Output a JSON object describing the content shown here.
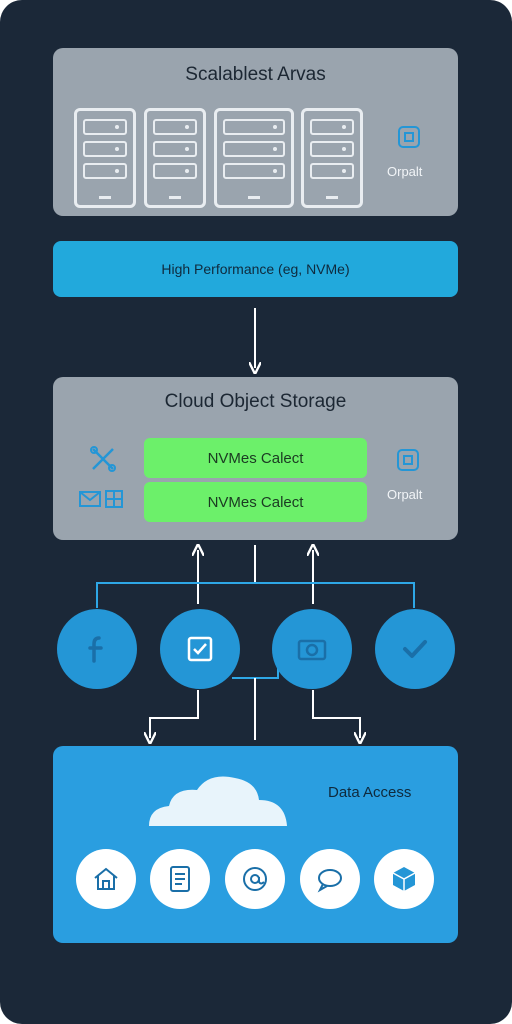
{
  "top_panel": {
    "title": "Scalablest Arvas",
    "side_label": "Orpalt",
    "side_icon": "chip-icon"
  },
  "band": {
    "label": "High Performance (eg, NVMe)"
  },
  "storage": {
    "title": "Cloud Object Storage",
    "items": [
      "NVMes Calect",
      "NVMes Calect"
    ],
    "side_label": "Orpalt",
    "left_icons": [
      "tools-icon",
      "mail-icon",
      "grid-icon"
    ],
    "right_icon": "chip-icon"
  },
  "nodes": [
    "facebook-icon",
    "checklist-icon",
    "camera-icon",
    "checkmark-icon"
  ],
  "access": {
    "title": "Data Access",
    "icons": [
      "home-icon",
      "document-icon",
      "at-sign-icon",
      "chat-icon",
      "cube-icon"
    ]
  },
  "colors": {
    "background": "#1b2838",
    "panel": "#9aa4ae",
    "cyan": "#22a9dc",
    "green": "#6cf06a",
    "node": "#2496d6",
    "access": "#2a9ee0",
    "line": "#2ea7e6"
  }
}
